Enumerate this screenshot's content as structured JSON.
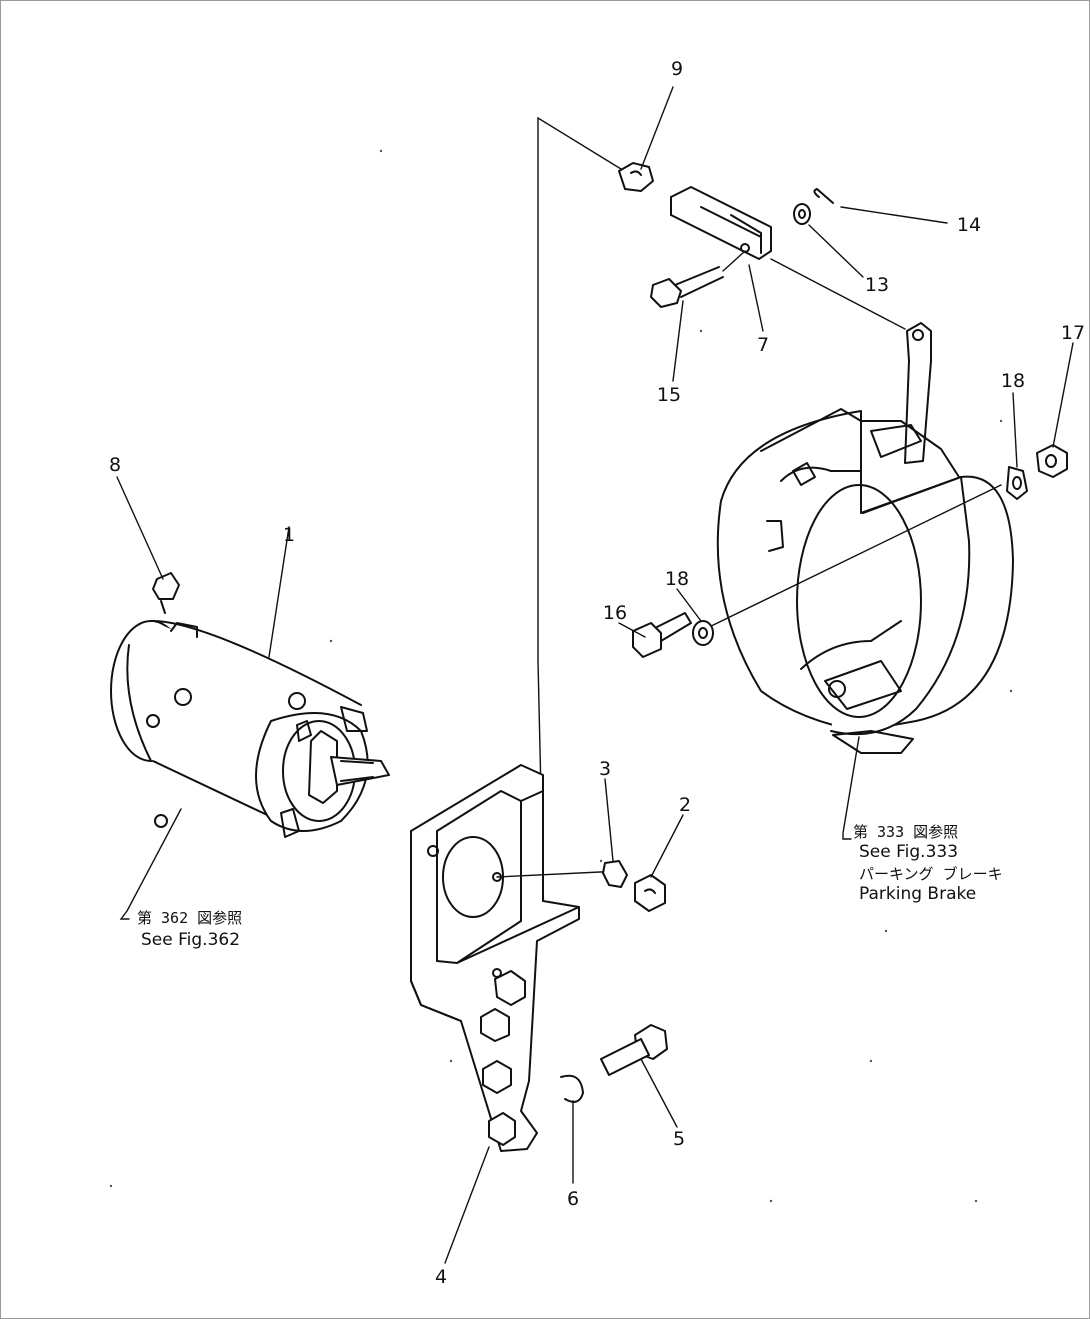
{
  "callouts": [
    {
      "id": "c9",
      "label": "9"
    },
    {
      "id": "c14",
      "label": "14"
    },
    {
      "id": "c13",
      "label": "13"
    },
    {
      "id": "c7",
      "label": "7"
    },
    {
      "id": "c15",
      "label": "15"
    },
    {
      "id": "c17",
      "label": "17"
    },
    {
      "id": "c18a",
      "label": "18"
    },
    {
      "id": "c18b",
      "label": "18"
    },
    {
      "id": "c16",
      "label": "16"
    },
    {
      "id": "c8",
      "label": "8"
    },
    {
      "id": "c1",
      "label": "1"
    },
    {
      "id": "c3",
      "label": "3"
    },
    {
      "id": "c2",
      "label": "2"
    },
    {
      "id": "c5",
      "label": "5"
    },
    {
      "id": "c6",
      "label": "6"
    },
    {
      "id": "c4",
      "label": "4"
    }
  ],
  "notes": {
    "motor_ref_jp": "第 362 図参照",
    "motor_ref_en": "See  Fig.362",
    "brake_ref_jp": "第 333 図参照",
    "brake_ref_en": "See  Fig.333",
    "brake_name_jp": "パーキング ブレーキ",
    "brake_name_en": "Parking Brake"
  }
}
